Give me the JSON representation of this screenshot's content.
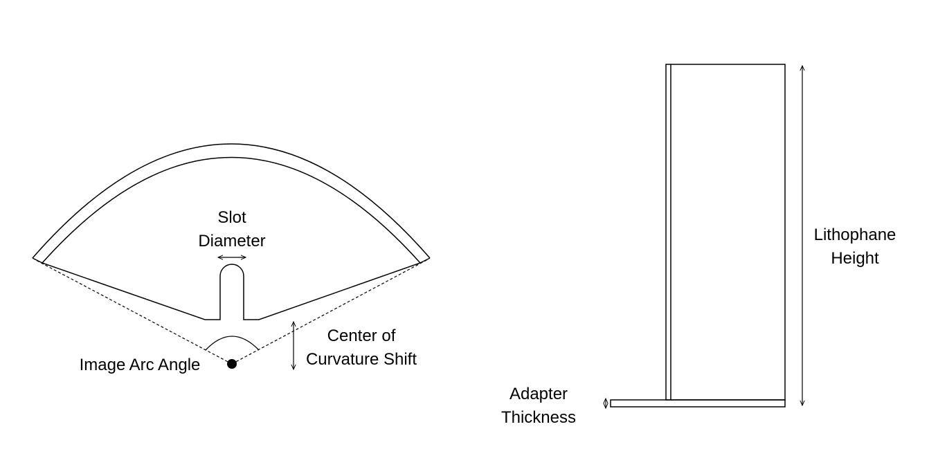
{
  "labels": {
    "slot_diameter": [
      "Slot",
      "Diameter"
    ],
    "image_arc_angle": "Image Arc Angle",
    "center_of_curvature_shift": [
      "Center of",
      "Curvature Shift"
    ],
    "lithophane_height": [
      "Lithophane",
      "Height"
    ],
    "adapter_thickness": [
      "Adapter",
      "Thickness"
    ]
  },
  "colors": {
    "line": "#000000",
    "background": "#ffffff"
  }
}
